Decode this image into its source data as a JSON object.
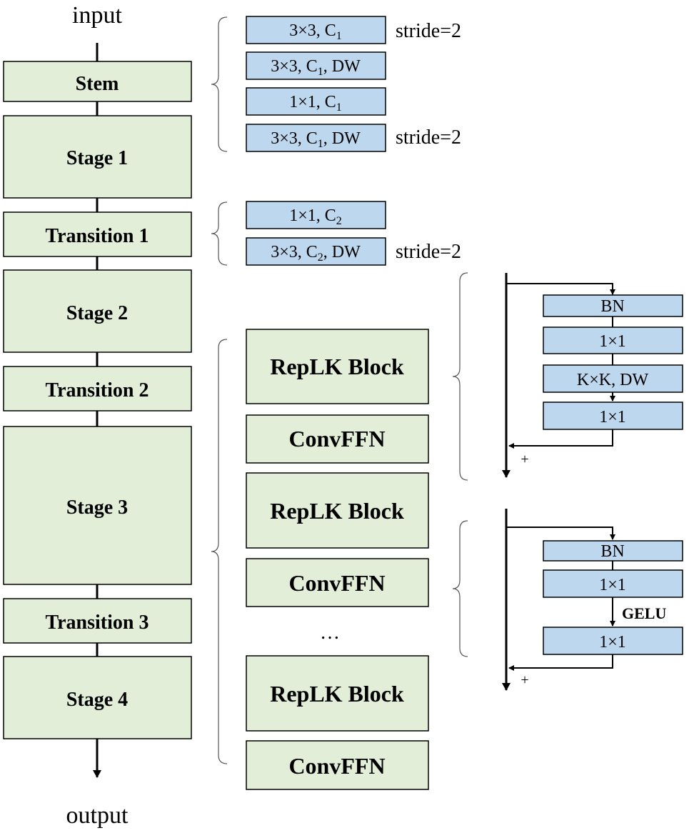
{
  "io": {
    "input": "input",
    "output": "output"
  },
  "stages": [
    {
      "label": "Stem"
    },
    {
      "label": "Stage 1"
    },
    {
      "label": "Transition 1"
    },
    {
      "label": "Stage 2"
    },
    {
      "label": "Transition 2"
    },
    {
      "label": "Stage 3"
    },
    {
      "label": "Transition 3"
    },
    {
      "label": "Stage 4"
    }
  ],
  "stem_detail": {
    "layers": [
      {
        "kernel": "3×3, C",
        "sub": "1",
        "suffix": "",
        "note": "stride=2"
      },
      {
        "kernel": "3×3, C",
        "sub": "1",
        "suffix": ", DW",
        "note": ""
      },
      {
        "kernel": "1×1, C",
        "sub": "1",
        "suffix": "",
        "note": ""
      },
      {
        "kernel": "3×3, C",
        "sub": "1",
        "suffix": ", DW",
        "note": "stride=2"
      }
    ]
  },
  "transition_detail": {
    "layers": [
      {
        "kernel": "1×1, C",
        "sub": "2",
        "suffix": "",
        "note": ""
      },
      {
        "kernel": "3×3, C",
        "sub": "2",
        "suffix": ", DW",
        "note": "stride=2"
      }
    ]
  },
  "stage_detail": {
    "blocks": [
      "RepLK Block",
      "ConvFFN",
      "RepLK Block",
      "ConvFFN",
      "RepLK Block",
      "ConvFFN"
    ],
    "ellipsis": "…"
  },
  "replk_block_detail": {
    "layers": [
      "BN",
      "1×1",
      "K×K, DW",
      "1×1"
    ],
    "add_symbol": "+"
  },
  "convffn_detail": {
    "layers": [
      "BN",
      "1×1",
      "1×1"
    ],
    "activation": "GELU",
    "add_symbol": "+"
  },
  "colors": {
    "stage_fill": "#e2eed8",
    "layer_fill": "#bdd7ee",
    "stroke": "#000000"
  }
}
